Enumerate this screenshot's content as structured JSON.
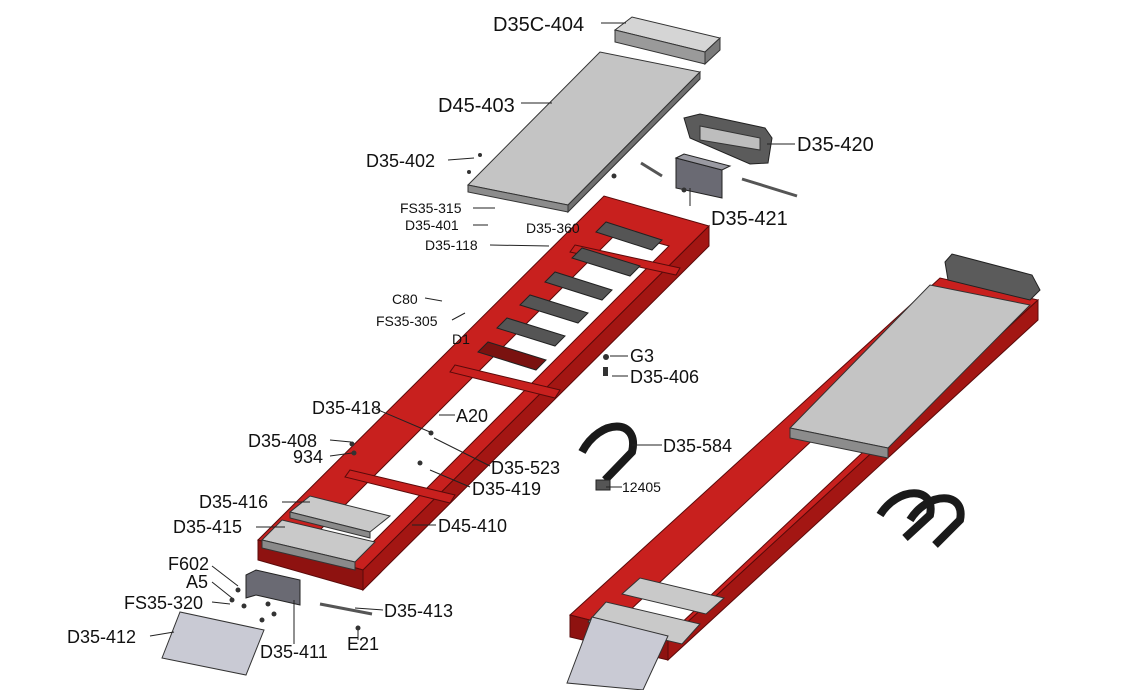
{
  "colors": {
    "frame_red": "#c8201e",
    "frame_dark": "#8e1210",
    "panel_gray": "#bdbdbd",
    "panel_dark": "#8a8a8a",
    "line": "#222222"
  },
  "labels": {
    "d35c_404": "D35C-404",
    "d45_403": "D45-403",
    "d35_420": "D35-420",
    "d35_402": "D35-402",
    "d35_421": "D35-421",
    "fs35_315": "FS35-315",
    "d35_401": "D35-401",
    "d35_360": "D35-360",
    "d35_118": "D35-118",
    "c80": "C80",
    "fs35_305": "FS35-305",
    "d1": "D1",
    "g3": "G3",
    "d35_406": "D35-406",
    "d35_418": "D35-418",
    "a20": "A20",
    "d35_408": "D35-408",
    "n934": "934",
    "d35_523": "D35-523",
    "d35_584": "D35-584",
    "d35_419": "D35-419",
    "n12405": "12405",
    "d35_416": "D35-416",
    "d35_415": "D35-415",
    "d45_410": "D45-410",
    "f602": "F602",
    "a5": "A5",
    "fs35_320": "FS35-320",
    "d35_413": "D35-413",
    "d35_412": "D35-412",
    "d35_411": "D35-411",
    "e21": "E21"
  }
}
